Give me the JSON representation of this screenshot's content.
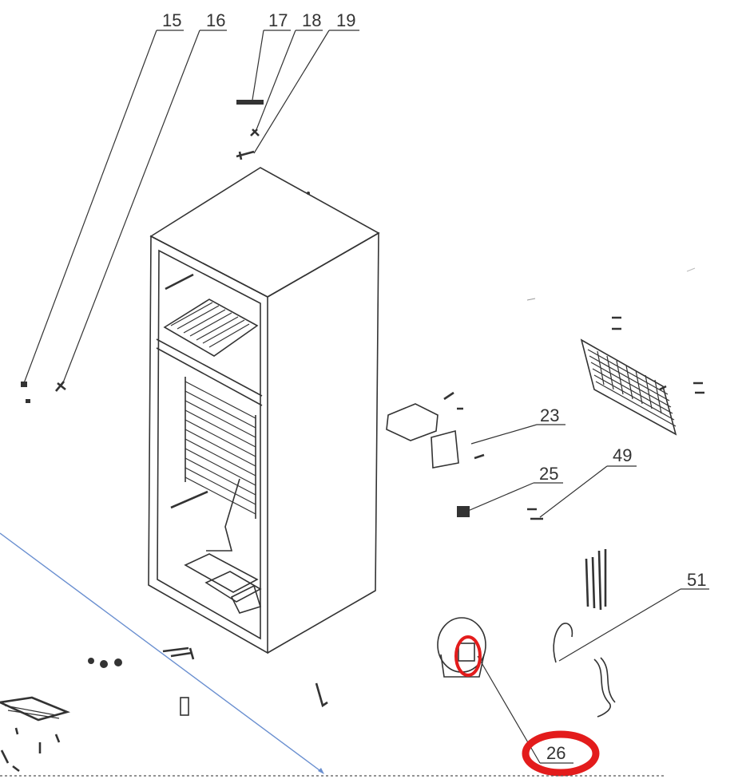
{
  "diagram": {
    "part_numbers": {
      "p15": "15",
      "p16": "16",
      "p17": "17",
      "p18": "18",
      "p19": "19",
      "p23": "23",
      "p25": "25",
      "p26": "26",
      "p49": "49",
      "p51": "51"
    },
    "highlight_color": "#e31c1c",
    "line_color": "#333333",
    "guide_line_color": "#6a8fd0"
  }
}
